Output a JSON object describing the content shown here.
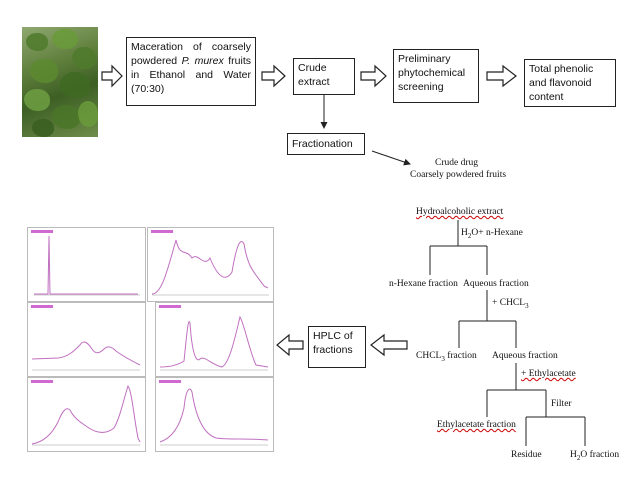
{
  "top_flow": {
    "maceration_parts": [
      "Maceration of coarsely powdered ",
      "P. murex",
      " fruits in Ethanol and Water (70:30)"
    ],
    "crude_extract": "Crude extract",
    "screening": "Preliminary phytochemical screening",
    "phenolic": "Total phenolic and flavonoid content",
    "fractionation": "Fractionation"
  },
  "scheme": {
    "crude_drug": "Crude drug",
    "coarse": "Coarsely powdered fruits",
    "hydro": "Hydroalcoholic extract",
    "h2o_hexane_parts": [
      "H",
      "2",
      "O+ n-Hexane"
    ],
    "hexane_fraction": "n-Hexane fraction",
    "aqueous1": "Aqueous fraction",
    "chcl3_add_parts": [
      "+ CHCL",
      "3"
    ],
    "chcl3_fraction_parts": [
      "CHCL",
      "3",
      " fraction"
    ],
    "aqueous2": "Aqueous fraction",
    "ethyl_add": "+ Ethylacetate",
    "filter": "Filter",
    "ethyl_fraction": "Ethylacetate fraction",
    "residue": "Residue",
    "h2o_fraction_parts": [
      "H",
      "2",
      "O fraction"
    ]
  },
  "hplc_label": "HPLC of fractions",
  "colors": {
    "trace": "#c070c0",
    "line": "#222222"
  },
  "icons": [
    "photo-of-plant",
    "hollow-right-arrow",
    "hollow-left-arrow"
  ]
}
